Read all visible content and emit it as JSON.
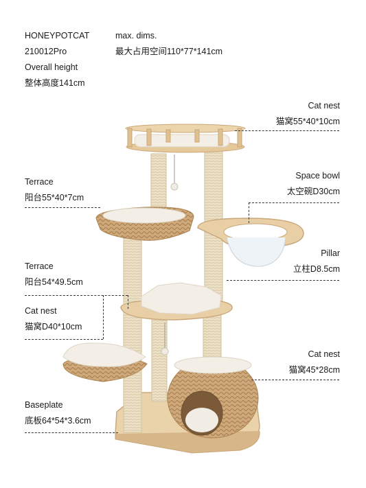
{
  "header": {
    "brand": "HONEYPOTCAT",
    "model": "210012Pro",
    "overall_height_en": "Overall height",
    "overall_height_cn": "整体高度141cm",
    "max_dims_en": "max. dims.",
    "max_dims_cn": "最大占用空间110*77*141cm"
  },
  "labels": {
    "top_nest": {
      "en": "Cat nest",
      "cn": "猫窝55*40*10cm"
    },
    "terrace_upper": {
      "en": "Terrace",
      "cn": "阳台55*40*7cm"
    },
    "space_bowl": {
      "en": "Space bowl",
      "cn": "太空碗D30cm"
    },
    "pillar": {
      "en": "Pillar",
      "cn": "立柱D8.5cm"
    },
    "terrace_lower": {
      "en": "Terrace",
      "cn": "阳台54*49.5cm"
    },
    "cat_nest_left": {
      "en": "Cat nest",
      "cn": "猫窝D40*10cm"
    },
    "cat_nest_right": {
      "en": "Cat nest",
      "cn": "猫窝45*28cm"
    },
    "baseplate": {
      "en": "Baseplate",
      "cn": "底板64*54*3.6cm"
    }
  },
  "colors": {
    "wood": "#e8cfa6",
    "wood_dark": "#c9a77a",
    "sisal": "#e9dcc0",
    "rattan": "#c9a47a",
    "plush": "#f2eee6",
    "bowl": "#eef3f7"
  }
}
